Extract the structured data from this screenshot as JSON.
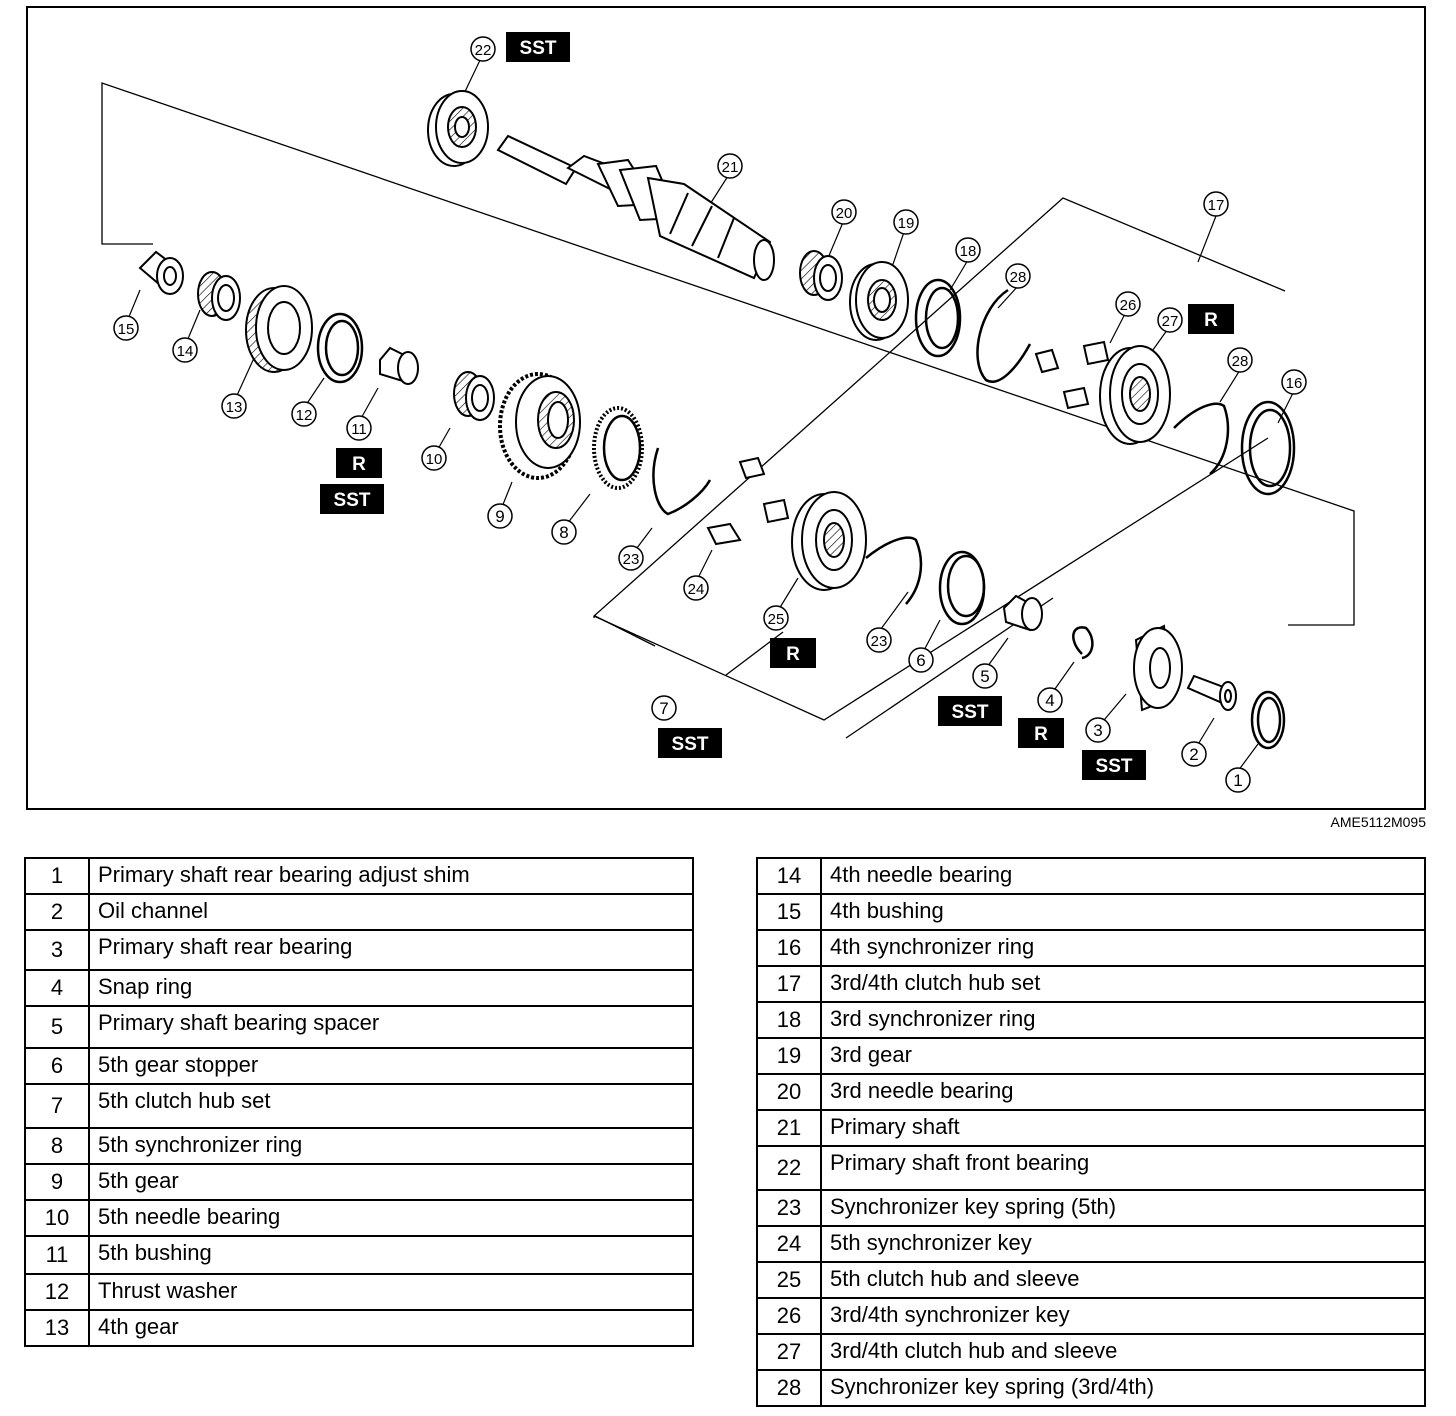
{
  "figure": {
    "code": "AME5112M095",
    "badge_sst": "SST",
    "badge_r": "R",
    "callouts": [
      "1",
      "2",
      "3",
      "4",
      "5",
      "6",
      "7",
      "8",
      "9",
      "10",
      "11",
      "12",
      "13",
      "14",
      "15",
      "16",
      "17",
      "18",
      "19",
      "20",
      "21",
      "22",
      "23",
      "24",
      "25",
      "26",
      "27",
      "28"
    ]
  },
  "legend": {
    "left": [
      {
        "num": "1",
        "name": "Primary shaft rear bearing adjust shim"
      },
      {
        "num": "2",
        "name": "Oil channel"
      },
      {
        "num": "3",
        "name": "Primary shaft rear bearing"
      },
      {
        "num": "4",
        "name": "Snap ring"
      },
      {
        "num": "5",
        "name": "Primary shaft bearing spacer"
      },
      {
        "num": "6",
        "name": "5th gear stopper"
      },
      {
        "num": "7",
        "name": "5th clutch hub set"
      },
      {
        "num": "8",
        "name": "5th synchronizer ring"
      },
      {
        "num": "9",
        "name": "5th gear"
      },
      {
        "num": "10",
        "name": "5th needle bearing"
      },
      {
        "num": "11",
        "name": "5th bushing"
      },
      {
        "num": "12",
        "name": "Thrust washer"
      },
      {
        "num": "13",
        "name": "4th gear"
      }
    ],
    "right": [
      {
        "num": "14",
        "name": "4th needle bearing"
      },
      {
        "num": "15",
        "name": "4th bushing"
      },
      {
        "num": "16",
        "name": "4th synchronizer ring"
      },
      {
        "num": "17",
        "name": "3rd/4th clutch hub set"
      },
      {
        "num": "18",
        "name": "3rd synchronizer ring"
      },
      {
        "num": "19",
        "name": "3rd gear"
      },
      {
        "num": "20",
        "name": "3rd needle bearing"
      },
      {
        "num": "21",
        "name": "Primary shaft"
      },
      {
        "num": "22",
        "name": "Primary shaft front bearing"
      },
      {
        "num": "23",
        "name": "Synchronizer key spring (5th)"
      },
      {
        "num": "24",
        "name": "5th synchronizer key"
      },
      {
        "num": "25",
        "name": "5th clutch hub and sleeve"
      },
      {
        "num": "26",
        "name": "3rd/4th synchronizer key"
      },
      {
        "num": "27",
        "name": "3rd/4th clutch hub and sleeve"
      },
      {
        "num": "28",
        "name": "Synchronizer key spring (3rd/4th)"
      }
    ]
  }
}
